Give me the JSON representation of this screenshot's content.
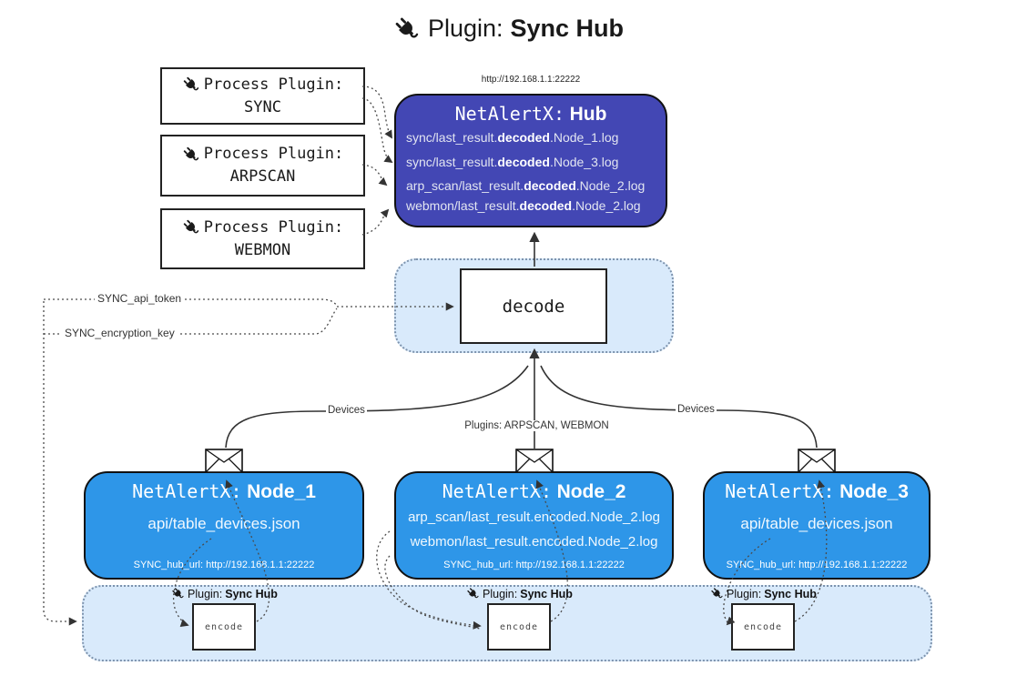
{
  "title": {
    "prefix": "Plugin:",
    "name": "Sync Hub"
  },
  "hub": {
    "url": "http://192.168.1.1:22222",
    "title_prefix": "NetAlertX:",
    "title_name": "Hub",
    "logs": [
      {
        "pre": "sync/last_result.",
        "bold": "decoded",
        "post": ".Node_1.log"
      },
      {
        "pre": "sync/last_result.",
        "bold": "decoded",
        "post": ".Node_3.log"
      },
      {
        "pre": "arp_scan/last_result.",
        "bold": "decoded",
        "post": ".Node_2.log"
      },
      {
        "pre": "webmon/last_result.",
        "bold": "decoded",
        "post": ".Node_2.log"
      }
    ]
  },
  "process_plugins": [
    {
      "label": "Process Plugin:",
      "name": "SYNC"
    },
    {
      "label": "Process Plugin:",
      "name": "ARPSCAN"
    },
    {
      "label": "Process Plugin:",
      "name": "WEBMON"
    }
  ],
  "decode_label": "decode",
  "settings": {
    "api_token": "SYNC_api_token",
    "encryption_key": "SYNC_encryption_key"
  },
  "edges": {
    "devices_left": "Devices",
    "plugins_mid": "Plugins: ARPSCAN, WEBMON",
    "devices_right": "Devices"
  },
  "nodes": [
    {
      "title_prefix": "NetAlertX:",
      "title_name": "Node_1",
      "files": [
        "api/table_devices.json"
      ],
      "hub_url": "SYNC_hub_url: http://192.168.1.1:22222"
    },
    {
      "title_prefix": "NetAlertX:",
      "title_name": "Node_2",
      "files": [
        "arp_scan/last_result.encoded.Node_2.log",
        "webmon/last_result.encoded.Node_2.log"
      ],
      "hub_url": "SYNC_hub_url: http://192.168.1.1:22222"
    },
    {
      "title_prefix": "NetAlertX:",
      "title_name": "Node_3",
      "files": [
        "api/table_devices.json"
      ],
      "hub_url": "SYNC_hub_url: http://192.168.1.1:22222"
    }
  ],
  "encode_band": {
    "plugin_prefix": "Plugin:",
    "plugin_name": "Sync Hub",
    "encode_label": "encode"
  },
  "colors": {
    "hub_bg": "#4347b4",
    "node_bg": "#2e96e8",
    "panel_bg": "#d9eafb",
    "line": "#333333",
    "border": "#111111"
  }
}
